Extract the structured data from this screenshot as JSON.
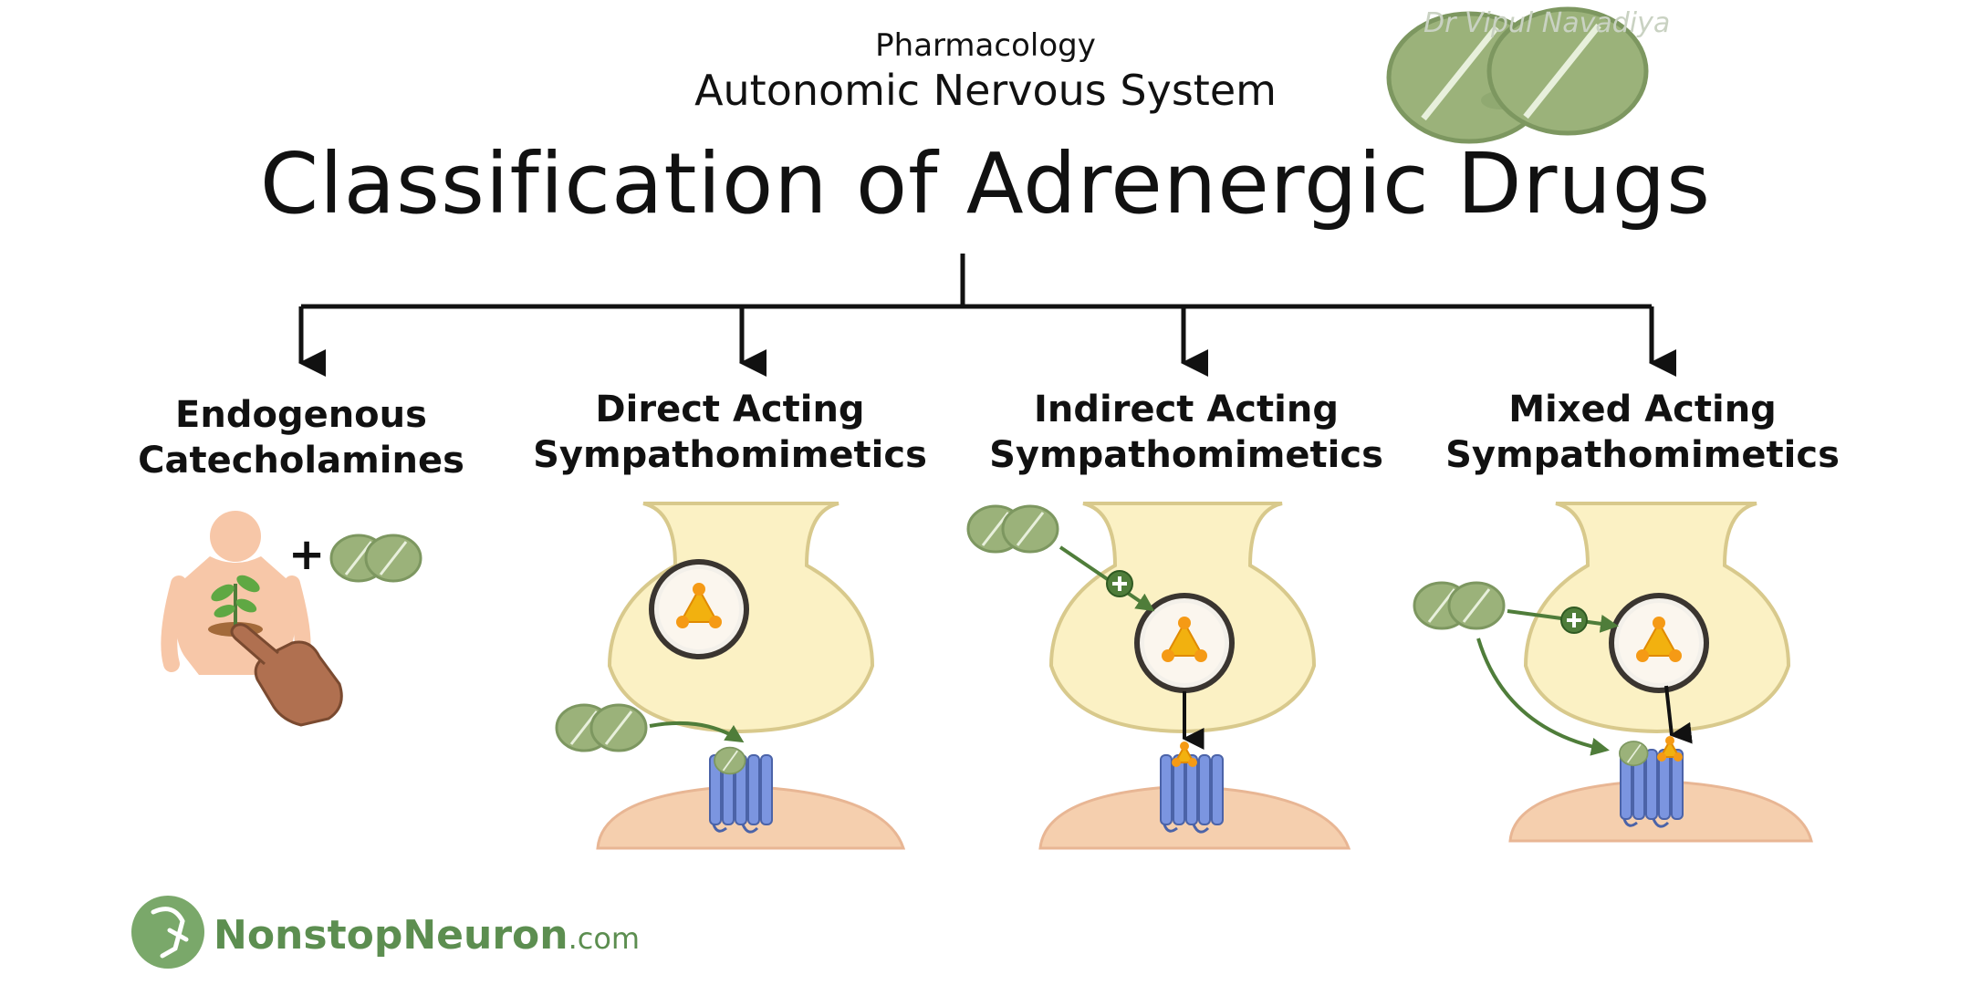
{
  "header": {
    "subject": "Pharmacology",
    "topic": "Autonomic Nervous System",
    "title": "Classification of Adrenergic Drugs",
    "author": "Dr Vipul Navadiya"
  },
  "categories": [
    {
      "line1": "Endogenous",
      "line2": "Catecholamines"
    },
    {
      "line1": "Direct Acting",
      "line2": "Sympathomimetics"
    },
    {
      "line1": "Indirect Acting",
      "line2": "Sympathomimetics"
    },
    {
      "line1": "Mixed Acting",
      "line2": "Sympathomimetics"
    }
  ],
  "plus_sign": "+",
  "brand": {
    "name": "NonstopNeuron",
    "domain": ".com"
  },
  "colors": {
    "pill": "#9bb27a",
    "pill_dark": "#7d9760",
    "arrow_green": "#4f7d3a",
    "neuron_fill": "#fbf1c4",
    "neuron_stroke": "#d8c98c",
    "receptor": "#7b95e0",
    "membrane": "#f5cfae",
    "skin": "#f7c7a8",
    "brand_green": "#5c8e50"
  }
}
